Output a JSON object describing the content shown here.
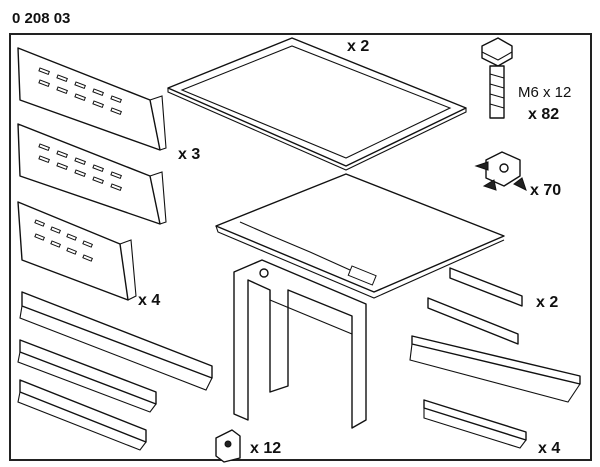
{
  "reference": "0 208 03",
  "labels": {
    "cover_panel_qty": "x 2",
    "side_panel_qty": "x 3",
    "mid_panel_qty": "x 4",
    "screw_spec": "M6 x 12",
    "screw_qty": "x 82",
    "nut_qty": "x 70",
    "rail_qty": "x 2",
    "bracket_small_qty": "x 12",
    "long_bracket_qty": "x 4"
  }
}
